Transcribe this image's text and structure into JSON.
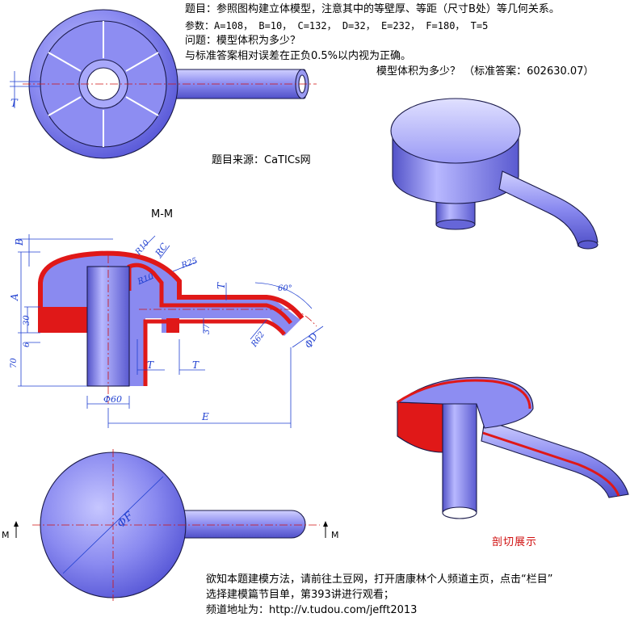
{
  "problem": {
    "title": "题目：参照图构建立体模型，注意其中的等壁厚、等距（尺寸B处）等几何关系。",
    "params": "参数：A=108， B=10， C=132， D=32， E=232， F=180， T=5",
    "question": "问题：模型体积为多少？",
    "tolerance": "与标准答案相对误差在正负0.5%以内视为正确。",
    "answer_line": "模型体积为多少？ （标准答案：602630.07）"
  },
  "source": "题目来源：CaTICs网",
  "section_title": "M-M",
  "cut_caption": "剖切展示",
  "footer": {
    "line1": "欲知本题建模方法，请前往土豆网，打开唐康林个人频道主页，点击“栏目”",
    "line2": "选择建模篇节目单，第393讲进行观看；",
    "line3": "频道地址为：http://v.tudou.com/jefft2013"
  },
  "dims": {
    "T": "T",
    "B": "B",
    "A": "A",
    "R10a": "R10",
    "RC": "RC",
    "R25": "R25",
    "R10b": "R10",
    "angle60": "60°",
    "d30": "30",
    "d6": "6",
    "d70": "70",
    "d37": "37",
    "R62": "R62",
    "phiD": "ΦD",
    "phi60": "Φ60",
    "E": "E",
    "phiF": "ΦF",
    "M": "M"
  },
  "colors": {
    "body": "#7a7aee",
    "body_light": "#c8c8ff",
    "section": "#e01818",
    "dimension": "#1f3fd0",
    "centerline": "#d01010"
  }
}
